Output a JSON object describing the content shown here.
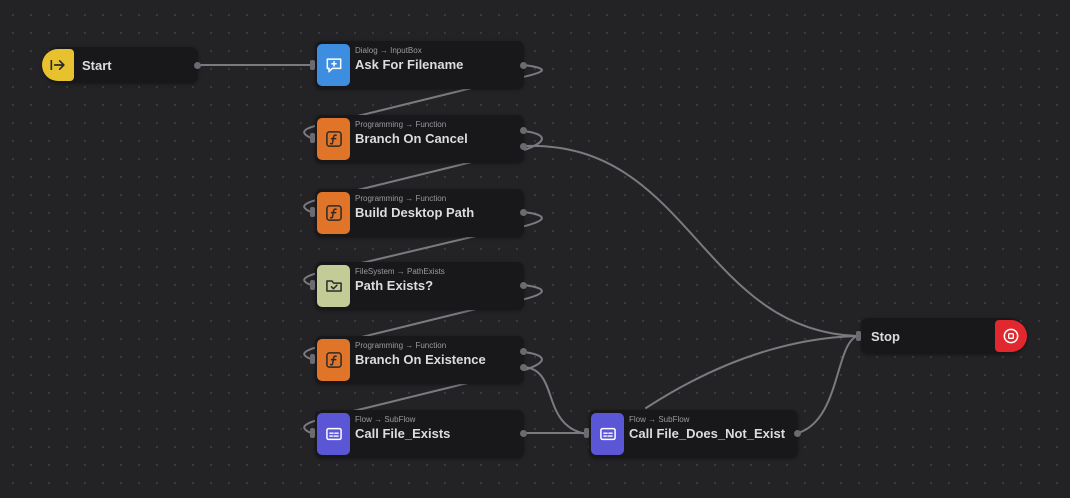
{
  "colors": {
    "start": "#e8c22e",
    "stop": "#e0282e",
    "dialog": "#3d8ee0",
    "function": "#e07428",
    "filesystem": "#c3cc96",
    "subflow": "#5a56d6",
    "wire": "#7a7a80"
  },
  "nodes": {
    "start": {
      "title": "Start",
      "icon": "enter-arrow-icon"
    },
    "ask_filename": {
      "subtitle": "Dialog → InputBox",
      "title": "Ask For Filename",
      "icon": "message-plus-icon"
    },
    "branch_cancel": {
      "subtitle": "Programming → Function",
      "title": "Branch On Cancel",
      "icon": "function-icon"
    },
    "build_path": {
      "subtitle": "Programming → Function",
      "title": "Build Desktop Path",
      "icon": "function-icon"
    },
    "path_exists": {
      "subtitle": "FileSystem → PathExists",
      "title": "Path Exists?",
      "icon": "folder-check-icon"
    },
    "branch_existence": {
      "subtitle": "Programming → Function",
      "title": "Branch On Existence",
      "icon": "function-icon"
    },
    "call_exists": {
      "subtitle": "Flow → SubFlow",
      "title": "Call File_Exists",
      "icon": "subflow-icon"
    },
    "call_not_exist": {
      "subtitle": "Flow → SubFlow",
      "title": "Call File_Does_Not_Exist",
      "icon": "subflow-icon"
    },
    "stop": {
      "title": "Stop",
      "icon": "stop-circle-icon"
    }
  }
}
